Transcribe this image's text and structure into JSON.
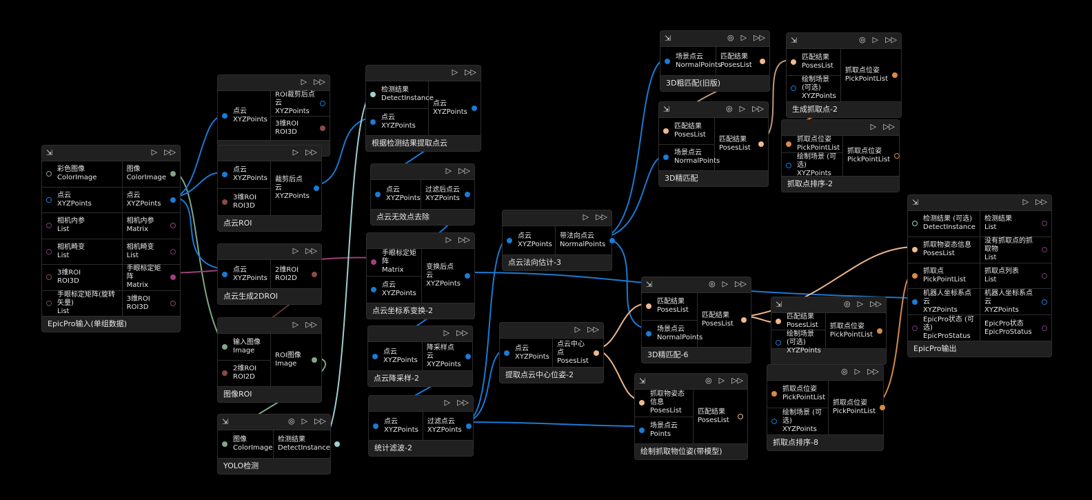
{
  "colors": {
    "background": "#000000",
    "node_bg": "#202020",
    "xyzpoints": "#1a7bd4",
    "colorimage": "#7fa888",
    "matrix": "#a0407a",
    "roi": "#8a4a48",
    "detect": "#9fd0d0",
    "poses": "#f0b88c",
    "pickpoint": "#d98a48",
    "list": "#7a3a7a"
  },
  "icons": {
    "graph": "⇲",
    "run": "▷",
    "run_all": "▷▷",
    "debug": "◎"
  },
  "nodes": [
    {
      "id": "epicpro-input",
      "title": "EpicPro输入(单组数据)",
      "has_graph_icon": true,
      "has_debug": false,
      "inputs": [
        {
          "cn": "彩色图像",
          "en": "ColorImage"
        },
        {
          "cn": "点云",
          "en": "XYZPoints"
        },
        {
          "cn": "相机内参",
          "en": "List"
        },
        {
          "cn": "相机畸变",
          "en": "List"
        },
        {
          "cn": "3维ROI",
          "en": "ROI3D"
        },
        {
          "cn": "手眼标定矩阵(旋转矢量)",
          "en": "List"
        }
      ],
      "outputs": [
        {
          "cn": "图像",
          "en": "ColorImage"
        },
        {
          "cn": "点云",
          "en": "XYZPoints"
        },
        {
          "cn": "相机内参",
          "en": "Matrix"
        },
        {
          "cn": "相机畸变",
          "en": "List"
        },
        {
          "cn": "手眼标定矩阵",
          "en": "Matrix"
        },
        {
          "cn": "3维ROI",
          "en": "ROI3D"
        }
      ]
    },
    {
      "id": "roi-crop",
      "title": "",
      "has_graph_icon": false,
      "has_debug": false,
      "inputs": [
        {
          "cn": "点云",
          "en": "XYZPoints"
        }
      ],
      "outputs": [
        {
          "cn": "ROI裁剪后点云",
          "en": "XYZPoints"
        },
        {
          "cn": "3维ROI",
          "en": "ROI3D"
        }
      ]
    },
    {
      "id": "pointcloud-roi",
      "title": "点云ROI",
      "has_graph_icon": false,
      "has_debug": false,
      "inputs": [
        {
          "cn": "点云",
          "en": "XYZPoints"
        },
        {
          "cn": "3维ROI",
          "en": "ROI3D"
        }
      ],
      "outputs": [
        {
          "cn": "裁剪后点云",
          "en": "XYZPoints"
        }
      ]
    },
    {
      "id": "pc-to-2droi",
      "title": "点云生成2DROI",
      "has_graph_icon": false,
      "has_debug": false,
      "inputs": [
        {
          "cn": "点云",
          "en": "XYZPoints"
        }
      ],
      "outputs": [
        {
          "cn": "2维ROI",
          "en": "ROI2D"
        }
      ]
    },
    {
      "id": "image-roi",
      "title": "图像ROI",
      "has_graph_icon": false,
      "has_debug": false,
      "inputs": [
        {
          "cn": "输入图像",
          "en": "Image"
        },
        {
          "cn": "2维ROI",
          "en": "ROI2D"
        }
      ],
      "outputs": [
        {
          "cn": "ROI图像",
          "en": "Image"
        }
      ]
    },
    {
      "id": "yolo",
      "title": "YOLO检测",
      "has_graph_icon": true,
      "has_debug": true,
      "inputs": [
        {
          "cn": "图像",
          "en": "ColorImage"
        }
      ],
      "outputs": [
        {
          "cn": "检测结果",
          "en": "DetectInstance"
        }
      ]
    },
    {
      "id": "extract-by-detect",
      "title": "根据检测结果提取点云",
      "has_graph_icon": false,
      "has_debug": false,
      "inputs": [
        {
          "cn": "检测结果",
          "en": "DetectInstance"
        },
        {
          "cn": "点云",
          "en": "XYZPoints"
        }
      ],
      "outputs": [
        {
          "cn": "点云",
          "en": "XYZPoints"
        }
      ]
    },
    {
      "id": "remove-invalid",
      "title": "点云无效点去除",
      "has_graph_icon": false,
      "has_debug": false,
      "inputs": [
        {
          "cn": "点云",
          "en": "XYZPoints"
        }
      ],
      "outputs": [
        {
          "cn": "过滤后点云",
          "en": "XYZPoints"
        }
      ]
    },
    {
      "id": "coord-transform",
      "title": "点云坐标系变换-2",
      "has_graph_icon": false,
      "has_debug": false,
      "inputs": [
        {
          "cn": "手眼标定矩阵",
          "en": "Matrix"
        },
        {
          "cn": "点云",
          "en": "XYZPoints"
        }
      ],
      "outputs": [
        {
          "cn": "变换后点云",
          "en": "XYZPoints"
        }
      ]
    },
    {
      "id": "downsample",
      "title": "点云降采样-2",
      "has_graph_icon": false,
      "has_debug": false,
      "inputs": [
        {
          "cn": "点云",
          "en": "XYZPoints"
        }
      ],
      "outputs": [
        {
          "cn": "降采样点云",
          "en": "XYZPoints"
        }
      ]
    },
    {
      "id": "stat-filter",
      "title": "统计滤波-2",
      "has_graph_icon": false,
      "has_debug": false,
      "inputs": [
        {
          "cn": "点云",
          "en": "XYZPoints"
        }
      ],
      "outputs": [
        {
          "cn": "过滤点云",
          "en": "XYZPoints"
        }
      ]
    },
    {
      "id": "normal-est",
      "title": "点云法向估计-3",
      "has_graph_icon": false,
      "has_debug": false,
      "inputs": [
        {
          "cn": "点云",
          "en": "XYZPoints"
        }
      ],
      "outputs": [
        {
          "cn": "带法向点云",
          "en": "NormalPoints"
        }
      ]
    },
    {
      "id": "center-pose",
      "title": "提取点云中心位姿-2",
      "has_graph_icon": false,
      "has_debug": false,
      "inputs": [
        {
          "cn": "点云",
          "en": "XYZPoints"
        }
      ],
      "outputs": [
        {
          "cn": "点云中心点",
          "en": "PosesList"
        }
      ]
    },
    {
      "id": "coarse-match",
      "title": "3D粗匹配(旧版)",
      "has_graph_icon": true,
      "has_debug": true,
      "inputs": [
        {
          "cn": "场景点云",
          "en": "NormalPoints"
        }
      ],
      "outputs": [
        {
          "cn": "匹配结果",
          "en": "PosesList"
        }
      ]
    },
    {
      "id": "fine-match",
      "title": "3D精匹配",
      "has_graph_icon": true,
      "has_debug": true,
      "inputs": [
        {
          "cn": "匹配结果",
          "en": "PosesList"
        },
        {
          "cn": "场景点云",
          "en": "NormalPoints"
        }
      ],
      "outputs": [
        {
          "cn": "匹配结果",
          "en": "PosesList"
        }
      ]
    },
    {
      "id": "gen-pick-2",
      "title": "生成抓取点-2",
      "has_graph_icon": true,
      "has_debug": true,
      "inputs": [
        {
          "cn": "匹配结果",
          "en": "PosesList"
        },
        {
          "cn": "绘制场景 (可选)",
          "en": "XYZPoints"
        }
      ],
      "outputs": [
        {
          "cn": "抓取点位姿",
          "en": "PickPointList"
        }
      ]
    },
    {
      "id": "sort-pick-2",
      "title": "抓取点排序-2",
      "has_graph_icon": false,
      "has_debug": false,
      "inputs": [
        {
          "cn": "抓取点位姿",
          "en": "PickPointList"
        },
        {
          "cn": "绘制场景 (可选)",
          "en": "XYZPoints"
        }
      ],
      "outputs": [
        {
          "cn": "抓取点位姿",
          "en": "PickPointList"
        }
      ]
    },
    {
      "id": "epicpro-output",
      "title": "EpicPro输出",
      "has_graph_icon": true,
      "has_debug": false,
      "inputs": [
        {
          "cn": "检测结果 (可选)",
          "en": "DetectInstance"
        },
        {
          "cn": "抓取物姿态信息",
          "en": "PosesList"
        },
        {
          "cn": "抓取点",
          "en": "PickPointList"
        },
        {
          "cn": "机器人坐标系点云",
          "en": "XYZPoints"
        },
        {
          "cn": "EpicPro状态 (可选)",
          "en": "EpicProStatus"
        }
      ],
      "outputs": [
        {
          "cn": "检测结果",
          "en": "List"
        },
        {
          "cn": "没有抓取点的抓取物",
          "en": "List"
        },
        {
          "cn": "抓取点列表",
          "en": "List"
        },
        {
          "cn": "机器人坐标系点云",
          "en": "XYZPoints"
        },
        {
          "cn": "EpicPro状态",
          "en": "EpicProStatus"
        }
      ]
    },
    {
      "id": "fine-match-6",
      "title": "3D精匹配-6",
      "has_graph_icon": true,
      "has_debug": true,
      "inputs": [
        {
          "cn": "匹配结果",
          "en": "PosesList"
        },
        {
          "cn": "场景点云",
          "en": "NormalPoints"
        }
      ],
      "outputs": [
        {
          "cn": "匹配结果",
          "en": "PosesList"
        }
      ]
    },
    {
      "id": "gen-pick-b",
      "title": "",
      "has_graph_icon": true,
      "has_debug": true,
      "inputs": [
        {
          "cn": "匹配结果",
          "en": "PosesList"
        },
        {
          "cn": "绘制场景 (可选)",
          "en": "XYZPoints"
        }
      ],
      "outputs": [
        {
          "cn": "抓取点位姿",
          "en": "PickPointList"
        }
      ]
    },
    {
      "id": "sort-pick-8",
      "title": "抓取点排序-8",
      "has_graph_icon": false,
      "has_debug": true,
      "inputs": [
        {
          "cn": "抓取点位姿",
          "en": "PickPointList"
        },
        {
          "cn": "绘制场景 (可选)",
          "en": "XYZPoints"
        }
      ],
      "outputs": [
        {
          "cn": "抓取点位姿",
          "en": "PickPointList"
        }
      ]
    },
    {
      "id": "draw-pose",
      "title": "绘制抓取物位姿(带模型)",
      "has_graph_icon": true,
      "has_debug": true,
      "inputs": [
        {
          "cn": "抓取物姿态信息",
          "en": "PosesList"
        },
        {
          "cn": "场景点云",
          "en": "Points"
        }
      ],
      "outputs": [
        {
          "cn": "匹配结果",
          "en": "PosesList"
        }
      ]
    }
  ]
}
